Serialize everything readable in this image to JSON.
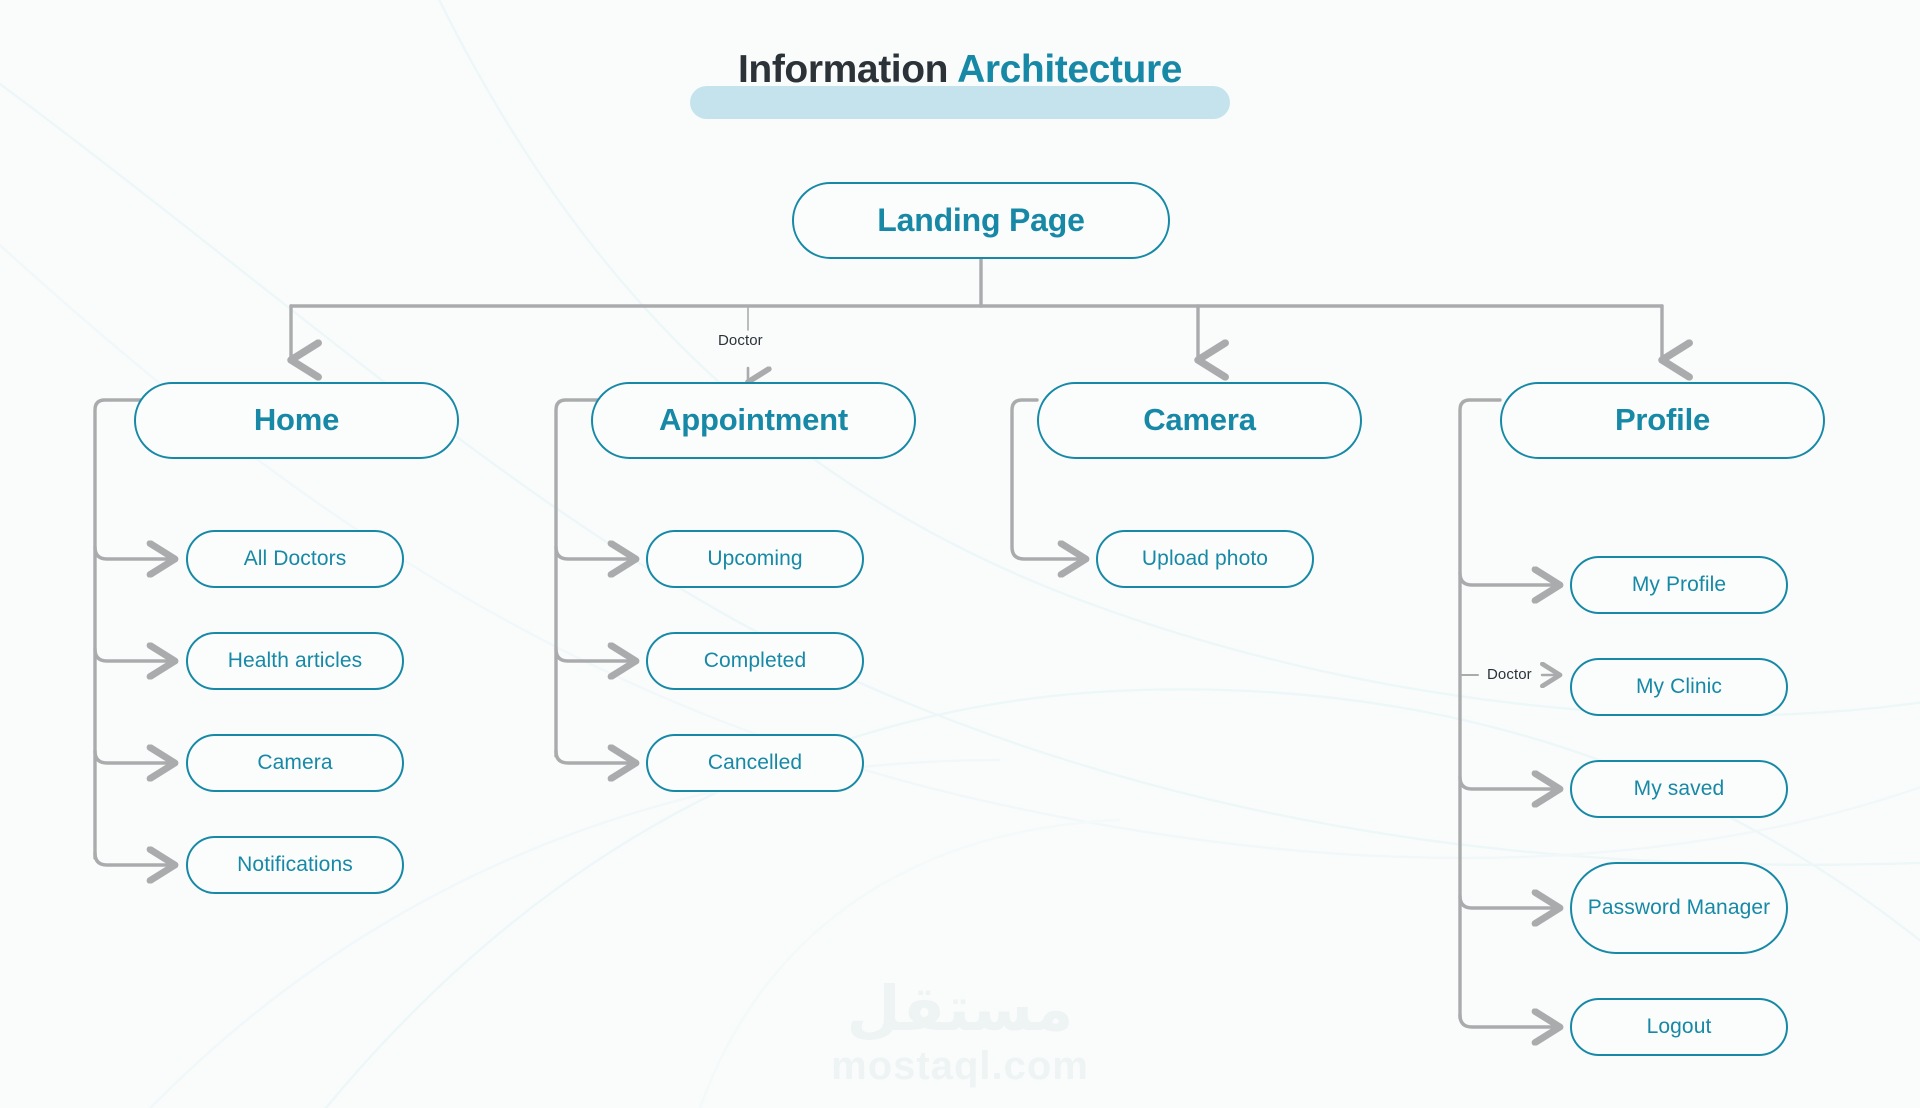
{
  "page": {
    "title_plain": "Information",
    "title_accent": "Architecture",
    "background_color": "#fafcfc",
    "accent_color": "#1789a6",
    "title_text_color": "#2c3338",
    "title_highlight_color": "#c5e3ec",
    "connector_color": "#a9abad"
  },
  "watermark": {
    "arabic": "مستقل",
    "latin": "mostaql.com"
  },
  "diagram": {
    "type": "tree",
    "root": {
      "label": "Landing Page"
    },
    "branches": [
      {
        "label": "Home",
        "edge_label": "",
        "children": [
          {
            "label": "All Doctors",
            "edge_label": ""
          },
          {
            "label": "Health articles",
            "edge_label": ""
          },
          {
            "label": "Camera",
            "edge_label": ""
          },
          {
            "label": "Notifications",
            "edge_label": ""
          }
        ]
      },
      {
        "label": "Appointment",
        "edge_label": "Doctor",
        "children": [
          {
            "label": "Upcoming",
            "edge_label": ""
          },
          {
            "label": "Completed",
            "edge_label": ""
          },
          {
            "label": "Cancelled",
            "edge_label": ""
          }
        ]
      },
      {
        "label": "Camera",
        "edge_label": "",
        "children": [
          {
            "label": "Upload photo",
            "edge_label": ""
          }
        ]
      },
      {
        "label": "Profile",
        "edge_label": "",
        "children": [
          {
            "label": "My Profile",
            "edge_label": ""
          },
          {
            "label": "My Clinic",
            "edge_label": "Doctor"
          },
          {
            "label": "My saved",
            "edge_label": ""
          },
          {
            "label": "Password Manager",
            "edge_label": ""
          },
          {
            "label": "Logout",
            "edge_label": ""
          }
        ]
      }
    ]
  }
}
